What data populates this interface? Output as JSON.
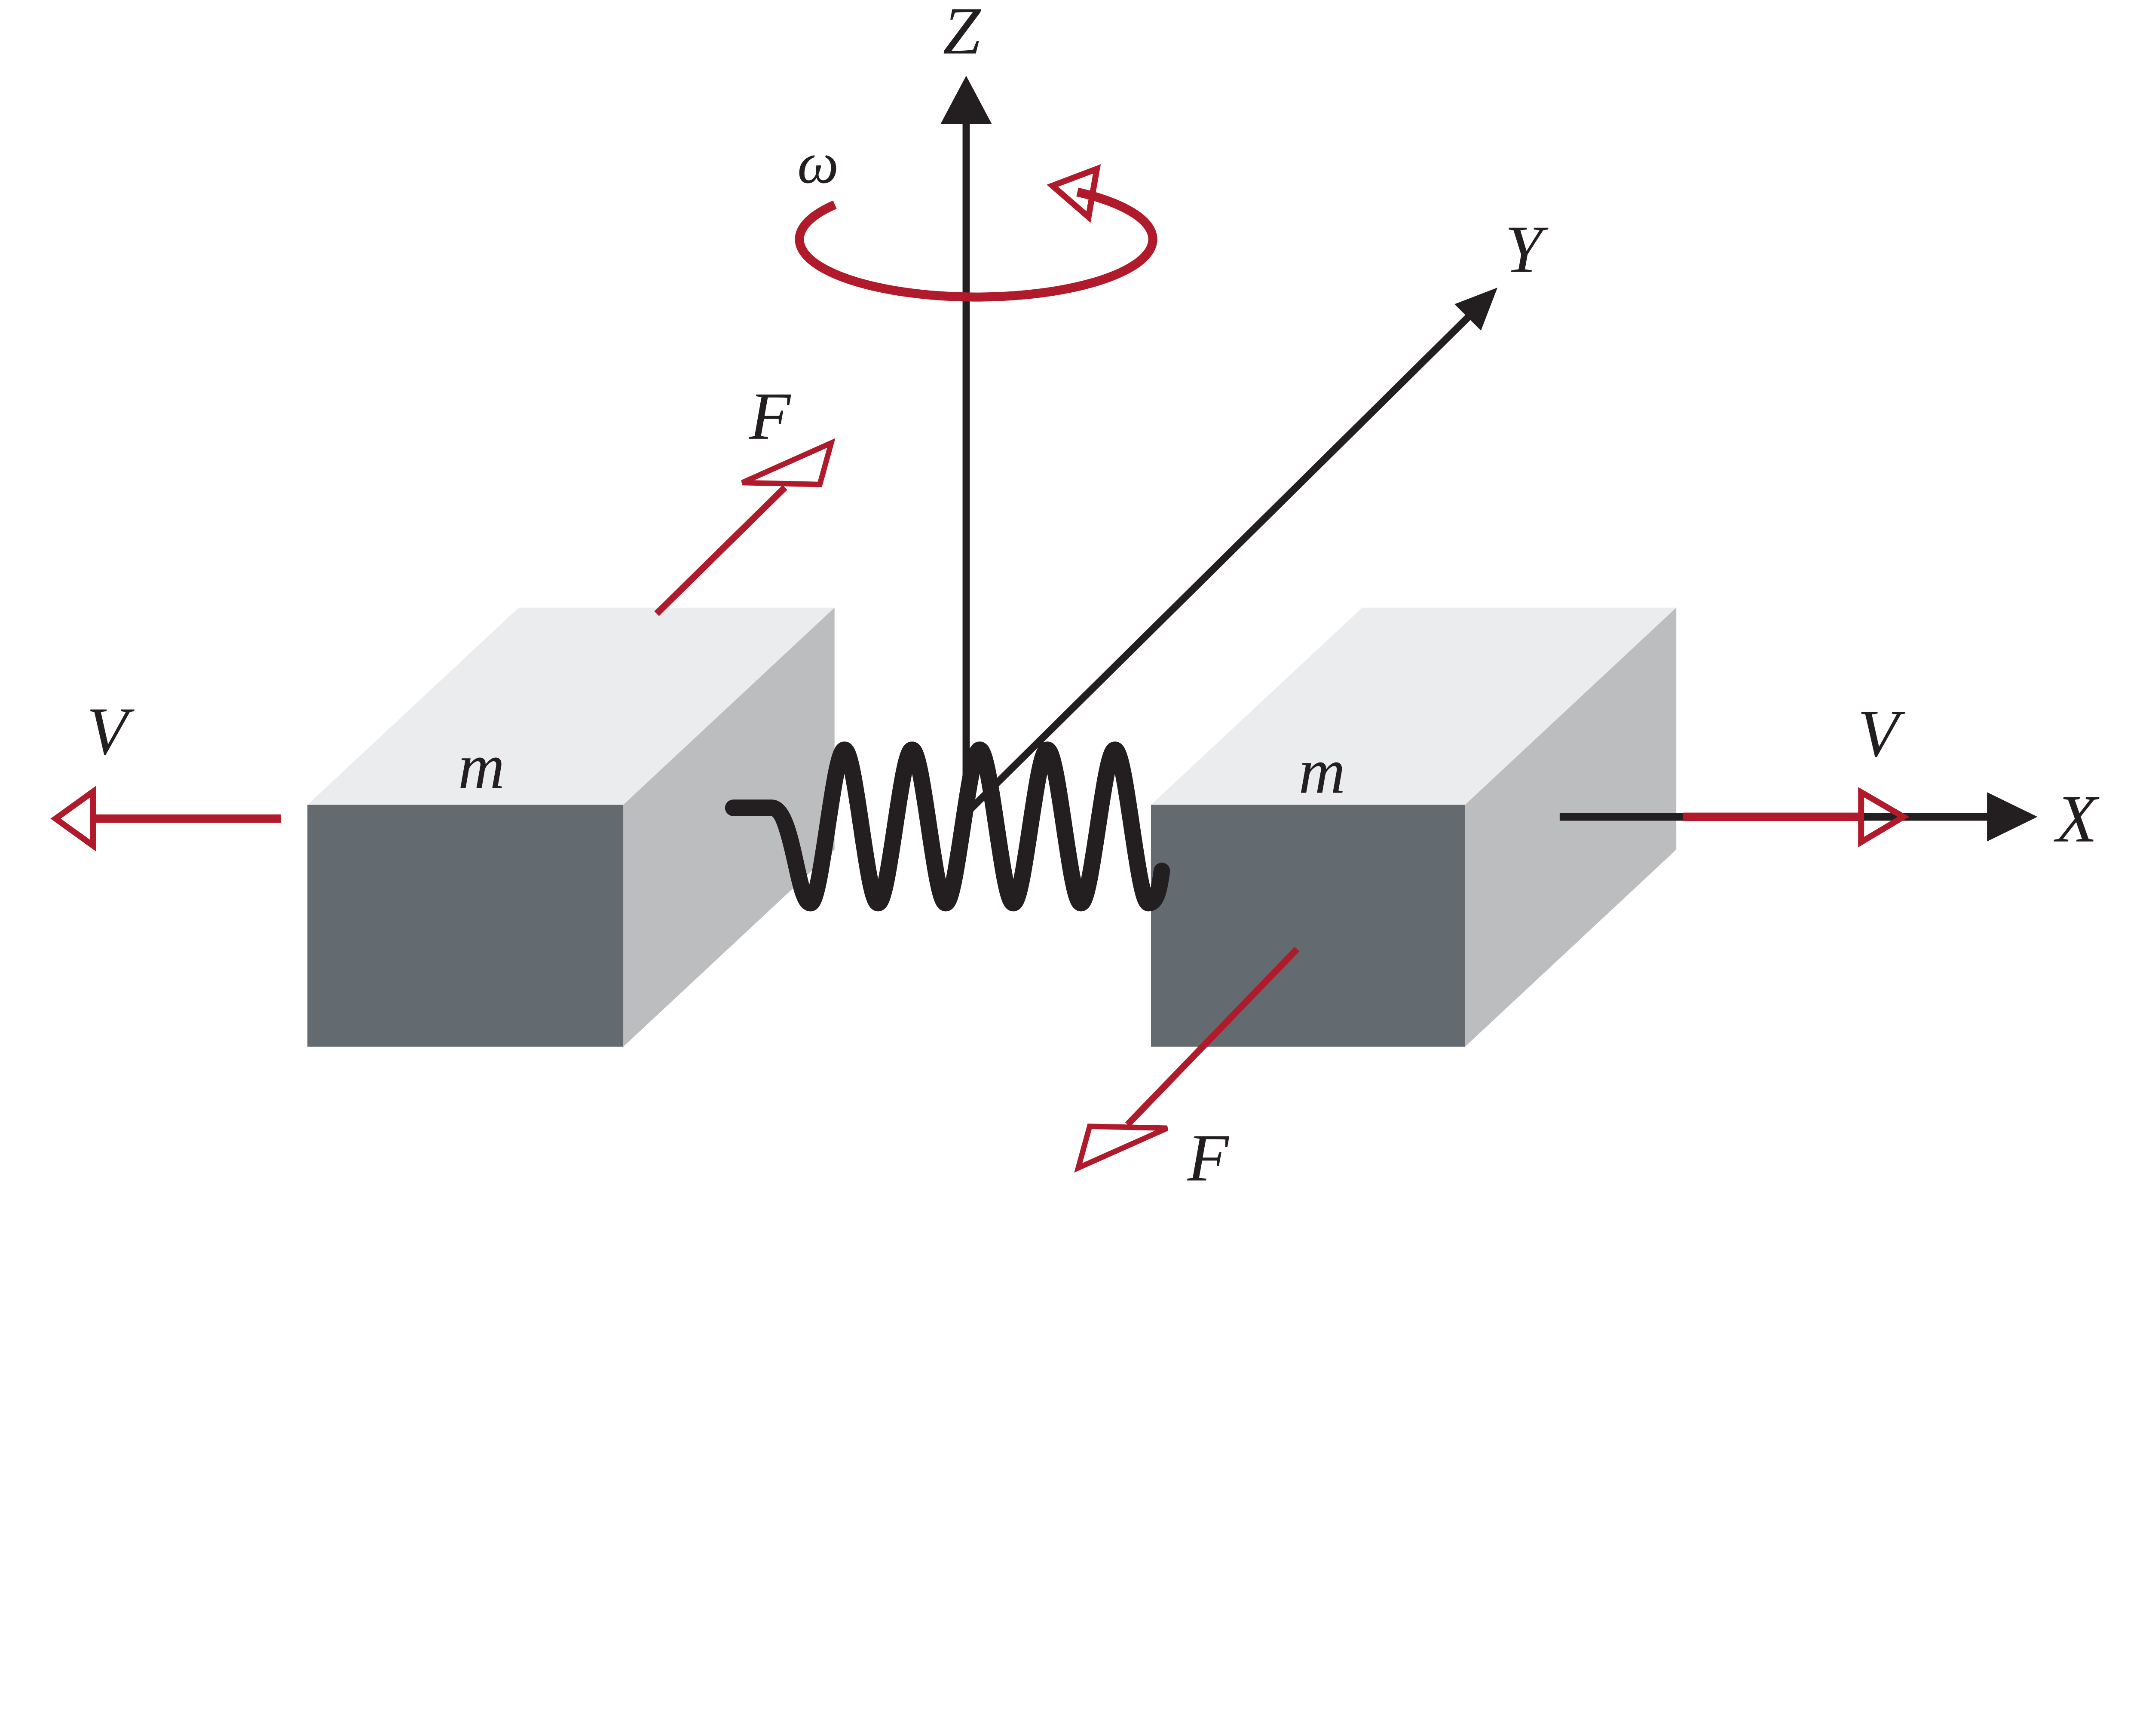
{
  "figure": {
    "description": "Two masses connected by a spring vibrating along X while rotating with angular velocity omega about Z; Coriolis forces F appear along Y",
    "background": "#ffffff"
  },
  "labels": {
    "z_axis": "Z",
    "y_axis": "Y",
    "x_axis": "X",
    "angular_velocity": "ω",
    "mass_left": "m",
    "mass_right": "m",
    "velocity_left": "V",
    "velocity_right": "V",
    "force_top": "F",
    "force_bottom": "F"
  },
  "colors": {
    "black": "#231f20",
    "red": "#b11a2b",
    "box_top_face": "#ebeced",
    "box_side_face": "#bcbdbf",
    "box_front_face": "#636a70",
    "background": "#ffffff"
  }
}
